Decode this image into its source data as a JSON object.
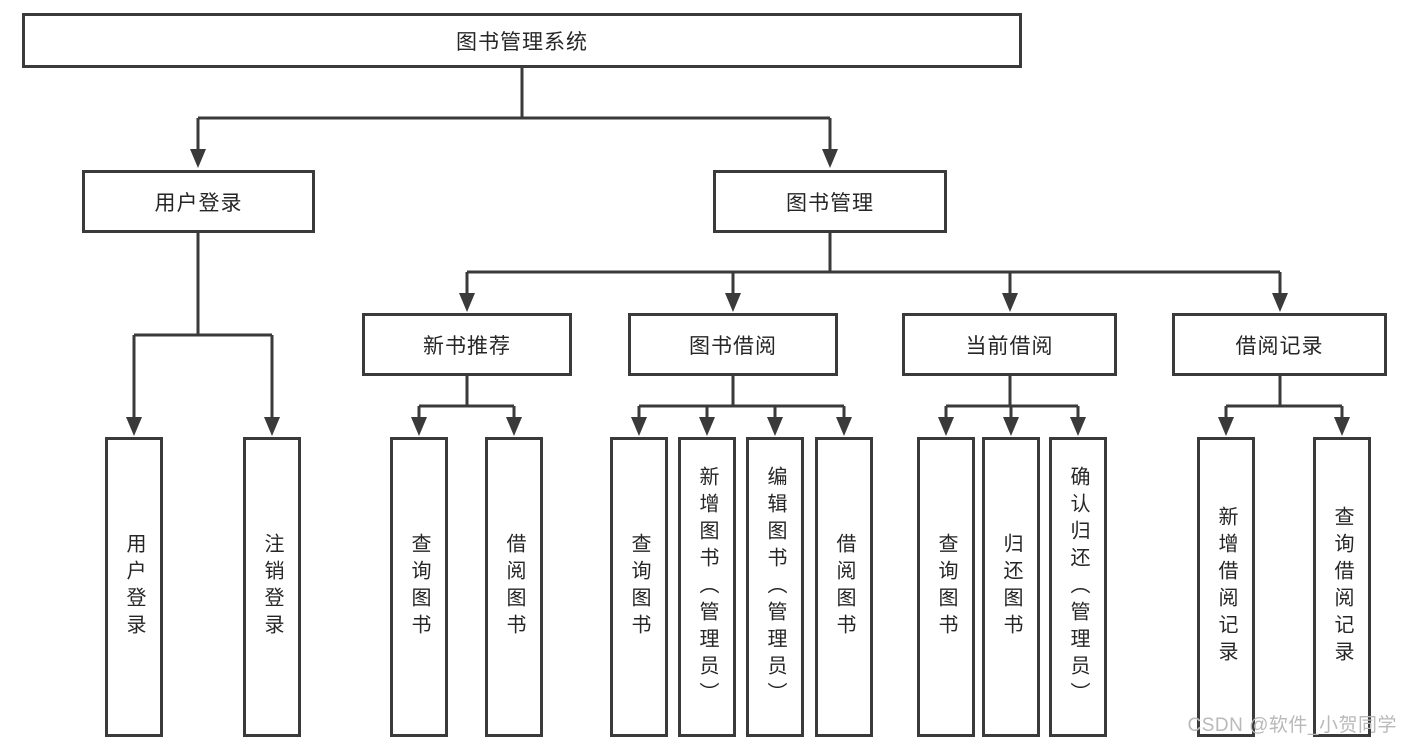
{
  "tree": {
    "root": "图书管理系统",
    "branches": [
      {
        "label": "用户登录",
        "children": [
          "用户登录",
          "注销登录"
        ]
      },
      {
        "label": "图书管理",
        "children": [
          {
            "label": "新书推荐",
            "children": [
              "查询图书",
              "借阅图书"
            ]
          },
          {
            "label": "图书借阅",
            "children": [
              "查询图书",
              "新增图书（管理员）",
              "编辑图书（管理员）",
              "借阅图书"
            ]
          },
          {
            "label": "当前借阅",
            "children": [
              "查询图书",
              "归还图书",
              "确认归还（管理员）"
            ]
          },
          {
            "label": "借阅记录",
            "children": [
              "新增借阅记录",
              "查询借阅记录"
            ]
          }
        ]
      }
    ]
  },
  "watermark": "CSDN @软件_小贺同学",
  "colors": {
    "line": "#3A3A3A",
    "text": "#262626",
    "background": "#FFFFFF",
    "watermark": "#B9B9B9"
  }
}
